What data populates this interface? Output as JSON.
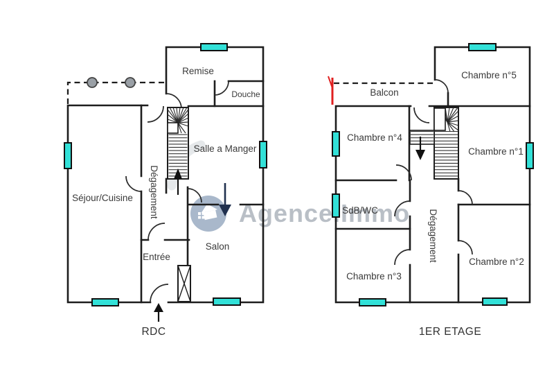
{
  "watermark": {
    "brand": "Agence.Immo"
  },
  "floors": {
    "rdc": {
      "caption": "RDC",
      "labels": {
        "remise": "Remise",
        "douche": "Douche",
        "salle_a_manger": "Salle a Manger",
        "sejour_cuisine": "Séjour/Cuisine",
        "degagement": "Dégagement",
        "entree": "Entrée",
        "salon": "Salon"
      }
    },
    "etage1": {
      "caption": "1ER ETAGE",
      "labels": {
        "balcon": "Balcon",
        "chambre5": "Chambre n°5",
        "chambre4": "Chambre n°4",
        "chambre1": "Chambre n°1",
        "sdb_wc": "SdB/WC",
        "chambre3": "Chambre n°3",
        "chambre2": "Chambre n°2",
        "degagement": "Dégagement"
      }
    }
  },
  "colors": {
    "wall": "#1d1d1d",
    "window_fill": "#32e1d8",
    "annotation_red": "#e02020",
    "arrow_navy": "#20304e",
    "label_text": "#3a3a3a",
    "watermark_text": "#b4bac2",
    "watermark_logo": "#a9b8cb",
    "post_fill": "#9aa0a6"
  }
}
